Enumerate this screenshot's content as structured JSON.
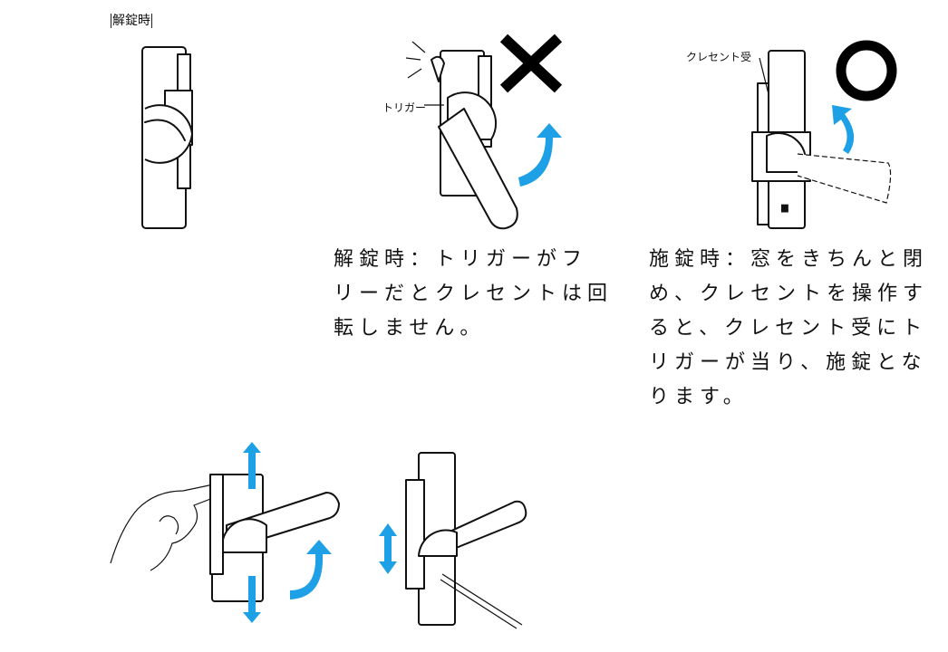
{
  "state_label": "解錠時",
  "trigger_label": "トリガー",
  "keeper_label": "クレセント受",
  "caption_unlocked": "解錠時：トリガーがフ\nリーだとクレセントは回\n転しません。",
  "caption_locking": "施錠時：窓をきちんと閉\nめ、クレセントを操作す\nると、クレセント受にト\nリガーが当り、施錠とな\nります。",
  "colors": {
    "arrow": "#1ea0e6",
    "mark": "#000000"
  },
  "icons": {
    "ng": "cross-mark",
    "ok": "circle-mark"
  }
}
